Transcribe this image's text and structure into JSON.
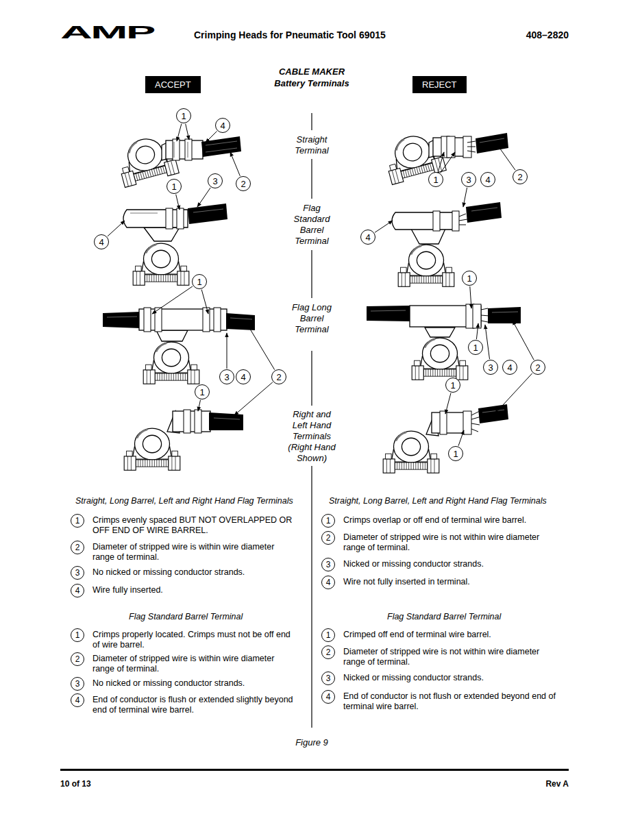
{
  "diagram": {
    "title": "CABLE MAKER Battery Terminals",
    "caption": "Figure 9",
    "nodes": [
      {
        "text": [
          "ACCEPT"
        ]
      },
      {
        "text": [
          "REJECT"
        ]
      }
    ],
    "labels": [
      "AMP",
      "Crimping Heads for Pneumatic Tool 69015",
      "408–2820",
      "Straight Terminal",
      "Flag Standard Barrel Terminal",
      "Flag Long Barrel Terminal",
      "Right and Left Hand Terminals (Right Hand Shown)",
      "1",
      "4",
      "1",
      "3",
      "2",
      "4",
      "1",
      "3",
      "4",
      "2",
      "1",
      "1",
      "3",
      "4",
      "2",
      "4",
      "1",
      "1",
      "3",
      "4",
      "2",
      "1",
      "1",
      "Straight, Long Barrel, Left and Right Hand Flag Terminals",
      "1",
      "Crimps evenly spaced BUT NOT OVERLAPPED OR OFF END OF WIRE BARREL.",
      "2",
      "Diameter of stripped wire is within wire diameter range of terminal.",
      "3",
      "No nicked or missing conductor strands.",
      "4",
      "Wire fully inserted.",
      "Flag Standard Barrel Terminal",
      "1",
      "Crimps properly located. Crimps must not be off end of wire barrel.",
      "2",
      "Diameter of stripped wire is within wire diameter range of terminal.",
      "3",
      "No nicked or missing conductor strands.",
      "4",
      "End of conductor is flush or extended slightly beyond end of terminal wire barrel.",
      "Straight, Long Barrel, Left and Right Hand Flag Terminals",
      "1",
      "Crimps overlap or off end of terminal wire barrel.",
      "2",
      "Diameter of stripped wire is not within wire diameter range of terminal.",
      "3",
      "Nicked or missing conductor strands.",
      "4",
      "Wire not fully inserted in terminal.",
      "Flag Standard Barrel Terminal",
      "1",
      "Crimped off end of terminal wire barrel.",
      "2",
      "Diameter of stripped wire is not within wire diameter range of terminal.",
      "3",
      "Nicked or missing conductor strands.",
      "4",
      "End of conductor is not flush or extended beyond end of terminal wire barrel.",
      "10 of 13",
      "Rev A"
    ]
  }
}
